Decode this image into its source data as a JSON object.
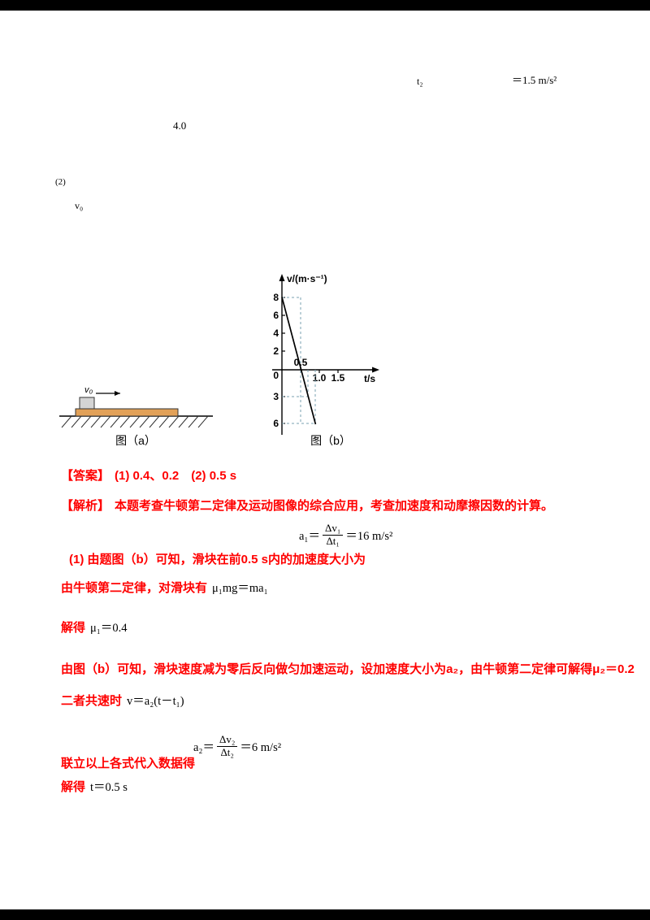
{
  "page": {
    "background": "#ffffff",
    "edge_bar_color": "#000000",
    "accent_red": "#ff0000",
    "plank_color": "#e2a158"
  },
  "header_fragments": {
    "f1": "t₂",
    "f2": "＝1.5 m/s²",
    "f3": "4.0",
    "f4": "(2)",
    "f5": "v₀"
  },
  "figure": {
    "fig_a": {
      "caption": "图（a）",
      "v0_label": "v₀"
    },
    "fig_b": {
      "caption": "图（b）"
    }
  },
  "chart_data": {
    "type": "line",
    "xlabel": "t/s",
    "ylabel": "v/(m·s⁻¹)",
    "xticks": [
      "0.5",
      "1.0",
      "1.5"
    ],
    "yticks": [
      "8",
      "6",
      "4",
      "2",
      "0",
      "3",
      "6"
    ],
    "xlim": [
      0,
      1.7
    ],
    "ylim": [
      -7,
      9.5
    ],
    "grid": false,
    "series": [
      {
        "name": "滑块v-t线",
        "points": [
          [
            0,
            8
          ],
          [
            0.9,
            -6
          ]
        ]
      }
    ],
    "guides": {
      "dashed_v_levels": [
        -3,
        -6
      ],
      "zero_crossing_t": 0.5
    }
  },
  "solution": {
    "answer_label": "【答案】",
    "answer_text": "(1) 0.4、0.2　(2) 0.5 s",
    "analysis_label": "【解析】",
    "analysis_text": "本题考查牛顿第二定律及运动图像的综合应用，考查加速度和动摩擦因数的计算。",
    "eq1": {
      "lhs": "a₁＝",
      "num": "Δv₁",
      "den": "Δt₁",
      "rhs": "＝16 m/s²"
    },
    "step1_red": "(1) 由题图（b）可知，滑块在前0.5 s内的加速度大小为",
    "step2_red": "由牛顿第二定律，对滑块有",
    "step2_math": "μ₁mg＝ma₁",
    "step3_red": "解得",
    "step3_math": "μ₁＝0.4",
    "step4_red": "由图（b）可知，滑块速度减为零后反向做匀加速运动，设加速度大小为a₂，由牛顿第二定律可解得μ₂＝0.2",
    "step5_red": "二者共速时",
    "step5_math": "v＝a₂(t－t₁)",
    "eq2": {
      "lhs": "a₂＝",
      "num": "Δv₂",
      "den": "Δt₂",
      "rhs": "＝6 m/s²"
    },
    "step6_red": "联立以上各式代入数据得",
    "step7_red": "解得",
    "step7_math": "t＝0.5 s"
  }
}
